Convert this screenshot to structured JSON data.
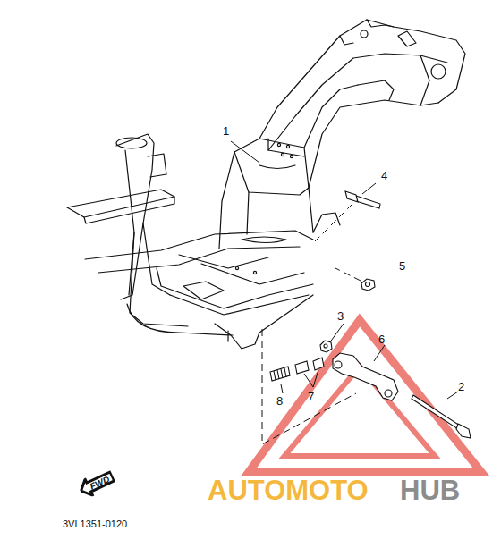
{
  "diagram": {
    "nodes": [
      {
        "text": [
          "FWD"
        ]
      }
    ],
    "labels": [
      "1",
      "4",
      "5",
      "3",
      "6",
      "2",
      "8",
      "7",
      "3VL1351-0120",
      "AUTOMOTO",
      "HUB"
    ]
  }
}
